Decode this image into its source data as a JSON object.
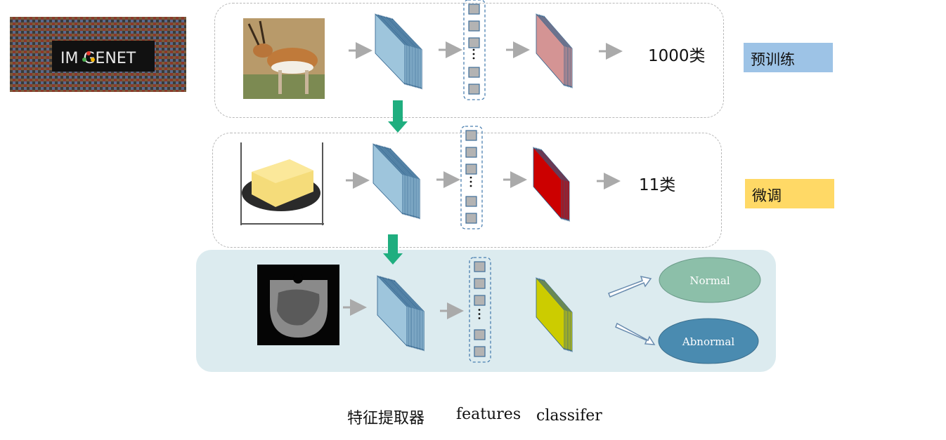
{
  "imagenet": {
    "logo_text": "IM GENET"
  },
  "rows": {
    "pretrain": {
      "output": "1000类",
      "tag": "预训练",
      "tag_color": "#9dc3e6"
    },
    "finetune": {
      "output": "11类",
      "tag": "微调",
      "tag_color": "#ffd966"
    },
    "target": {
      "classes": [
        "Normal",
        "Abnormal"
      ],
      "class_colors": [
        "#8cbfa9",
        "#4a8bb0"
      ]
    }
  },
  "colors": {
    "feature_block": "#9ec5dc",
    "classifier_pretrain": "#d49494",
    "classifier_finetune": "#cc0000",
    "classifier_target": "#cccc00",
    "arrow_green": "#1fae7f",
    "panel_fill": "#dcebef"
  },
  "captions": {
    "extractor": "特征提取器",
    "features": "features",
    "classifier": "classifer"
  }
}
